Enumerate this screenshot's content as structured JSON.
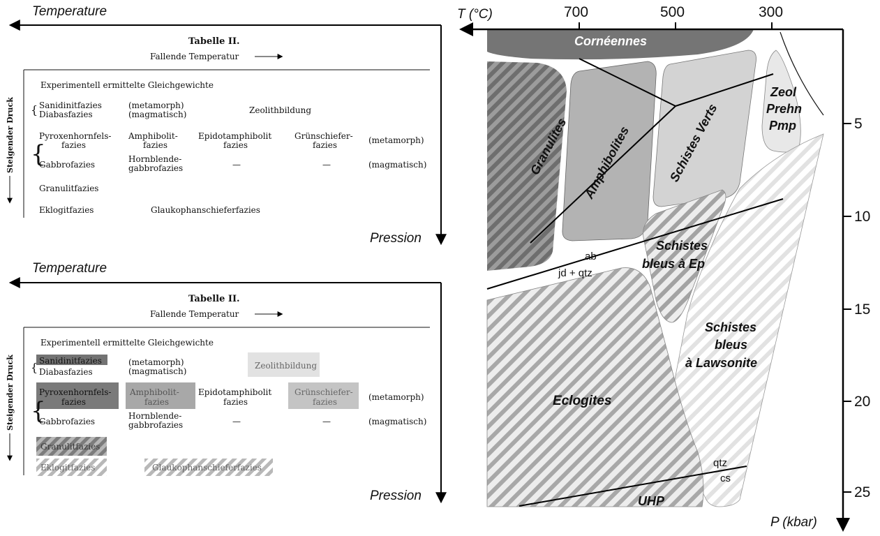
{
  "table_top": {
    "axis_temperature": "Temperature",
    "axis_pressure": "Pression",
    "title": "Tabelle II.",
    "subtitle": "Fallende Temperatur",
    "side_label": "Steigender Druck",
    "experiment_line": "Experimentell ermittelte Gleichgewichte",
    "sanidinit": "Sanidinitfazies",
    "diabas": "Diabasfazies",
    "metamorph_paren": "(metamorph)",
    "magmatisch_paren": "(magmatisch)",
    "zeolith": "Zeolithbildung",
    "pyroxen_1": "Pyroxenhornfels-",
    "pyroxen_2": "fazies",
    "amphibolit_1": "Amphibolit-",
    "amphibolit_2": "fazies",
    "epidot_1": "Epidotamphibolit",
    "epidot_2": "fazies",
    "gruen_1": "Grünschiefer-",
    "gruen_2": "fazies",
    "metamorph_right": "(metamorph)",
    "gabbro": "Gabbrofazies",
    "hornblende_1": "Hornblende-",
    "hornblende_2": "gabbrofazies",
    "dash": "—",
    "magmatisch_right": "(magmatisch)",
    "granulit": "Granulitfazies",
    "eklogit": "Eklogitfazies",
    "glaukophan": "Glaukophanschieferfazies"
  },
  "table_bottom": {
    "axis_temperature": "Temperature",
    "axis_pressure": "Pression",
    "title": "Tabelle II.",
    "subtitle": "Fallende Temperatur",
    "side_label": "Steigender Druck",
    "experiment_line": "Experimentell ermittelte Gleichgewichte",
    "sanidinit": "Sanidinitfazies",
    "diabas": "Diabasfazies",
    "metamorph_paren": "(metamorph)",
    "magmatisch_paren": "(magmatisch)",
    "zeolith": "Zeolithbildung",
    "pyroxen_1": "Pyroxenhornfels-",
    "pyroxen_2": "fazies",
    "amphibolit_1": "Amphibolit-",
    "amphibolit_2": "fazies",
    "epidot_1": "Epidotamphibolit",
    "epidot_2": "fazies",
    "gruen_1": "Grünschiefer-",
    "gruen_2": "fazies",
    "metamorph_right": "(metamorph)",
    "gabbro": "Gabbrofazies",
    "hornblende_1": "Hornblende-",
    "hornblende_2": "gabbrofazies",
    "dash": "—",
    "magmatisch_right": "(magmatisch)",
    "granulit": "Granulitfazies",
    "eklogit": "Eklogitfazies",
    "glaukophan": "Glaukophanschieferfazies"
  },
  "diagram": {
    "t_axis_label": "T (°C)",
    "p_axis_label": "P (kbar)",
    "t_ticks": [
      "700",
      "500",
      "300"
    ],
    "p_ticks": [
      "5",
      "10",
      "15",
      "20",
      "25"
    ],
    "facies": {
      "corneennes": "Cornéennes",
      "granulites": "Granulites",
      "amphibolites": "Amphibolites",
      "schistes_verts": "Schistes Verts",
      "zeol": "Zeol",
      "prehn": "Prehn",
      "pmp": "Pmp",
      "schistes_bleus_ep_1": "Schistes",
      "schistes_bleus_ep_2": "bleus à Ep",
      "schistes_bleus_law_1": "Schistes",
      "schistes_bleus_law_2": "bleus",
      "schistes_bleus_law_3": "à Lawsonite",
      "eclogites": "Eclogites",
      "uhp": "UHP"
    },
    "reactions": {
      "ab": "ab",
      "jd_qtz": "jd + qtz",
      "qtz": "qtz",
      "cs": "cs"
    },
    "colors": {
      "corneennes": "#757575",
      "granulites": "#8a8a8a",
      "amphibolites": "#b3b3b3",
      "schistes_verts": "#d3d3d3",
      "zeolites": "#e8e8e8",
      "eclogites_stripe": "#a9a9a9",
      "blueschist_stripe": "#c8c8c8"
    }
  }
}
